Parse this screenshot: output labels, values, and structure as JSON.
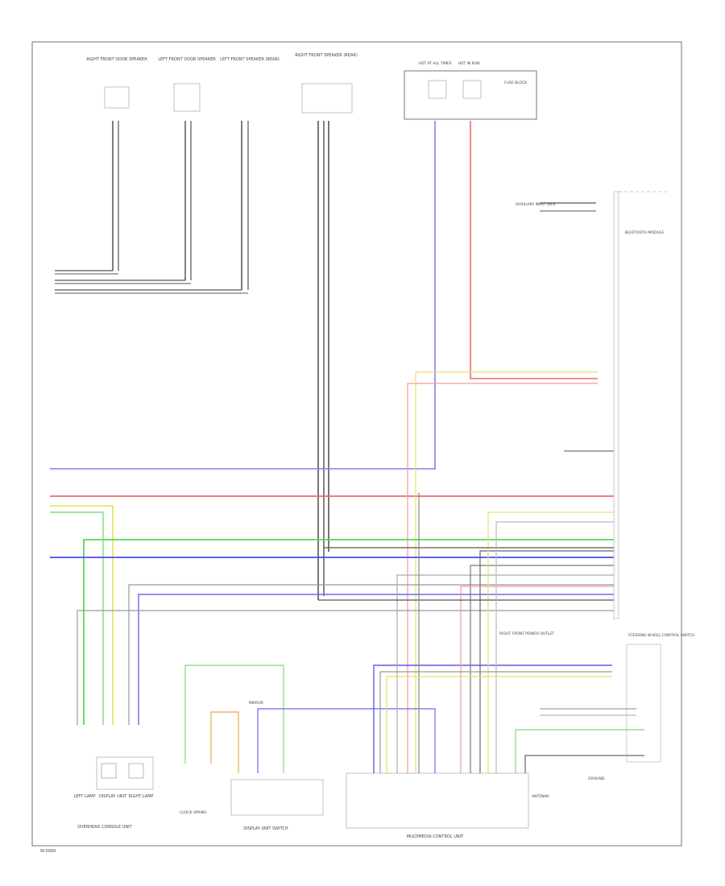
{
  "diagram": {
    "page_ref": "W-0000",
    "components": {
      "right_speaker": "RIGHT FRONT DOOR SPEAKER",
      "left_speaker": "LEFT FRONT DOOR SPEAKER",
      "left_front_speaker_rear": "LEFT FRONT SPEAKER (REAR)",
      "right_front_speaker_rear": "RIGHT FRONT SPEAKER (REAR)",
      "fuse_box_left": "HOT AT ALL TIMES",
      "fuse_box_right": "HOT IN RUN",
      "fuse_note": "FUSE BLOCK",
      "bluetooth_module": "BLUETOOTH MODULE",
      "input_jack": "AUXILIARY INPUT JACK",
      "antenna": "ANTENNA",
      "overhead_unit": "OVERHEAD CONSOLE UNIT",
      "left_lamp": "LEFT LAMP",
      "right_lamp": "RIGHT LAMP",
      "display_unit": "DISPLAY UNIT",
      "mirror": "MIRROR",
      "display_switch": "DISPLAY UNIT SWITCH",
      "multimedia_unit": "MULTIMEDIA CONTROL UNIT",
      "right_front_power": "RIGHT FRONT POWER OUTLET",
      "steering_switch": "STEERING WHEEL CONTROL SWITCH",
      "clock_spring": "CLOCK SPRING",
      "ground": "GROUND"
    }
  }
}
